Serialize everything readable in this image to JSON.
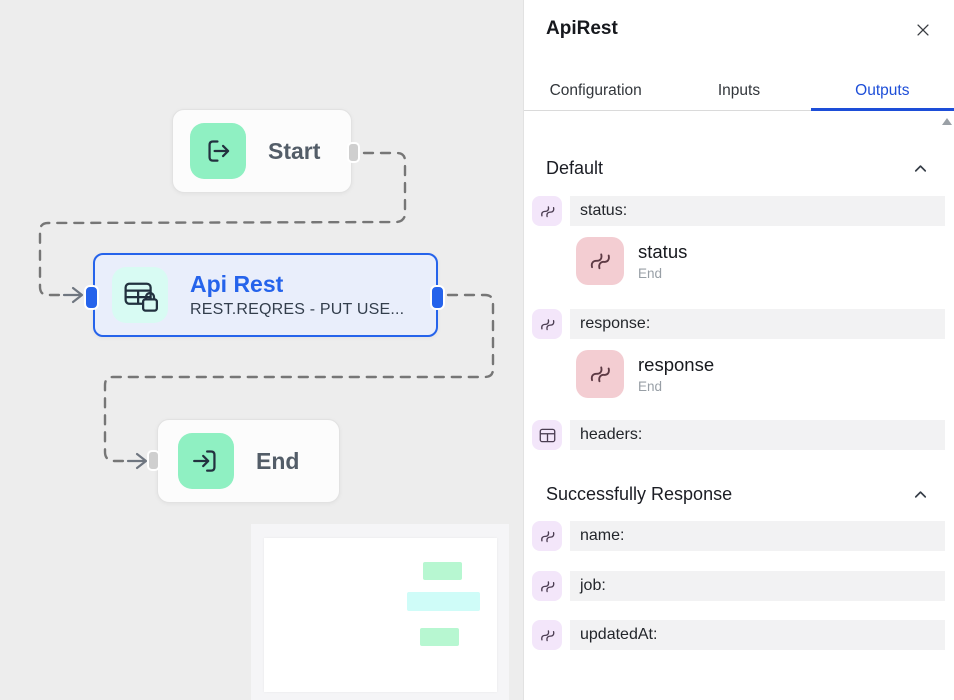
{
  "panel": {
    "title": "ApiRest",
    "tabs": [
      {
        "label": "Configuration",
        "active": false
      },
      {
        "label": "Inputs",
        "active": false
      },
      {
        "label": "Outputs",
        "active": true
      }
    ],
    "sections": [
      {
        "title": "Default",
        "collapsed": false,
        "rows": [
          {
            "label": "status:",
            "type": "string",
            "chip": {
              "name": "status",
              "source": "End"
            }
          },
          {
            "label": "response:",
            "type": "string",
            "chip": {
              "name": "response",
              "source": "End"
            }
          },
          {
            "label": "headers:",
            "type": "table"
          }
        ]
      },
      {
        "title": "Successfully Response",
        "collapsed": false,
        "rows": [
          {
            "label": "name:",
            "type": "string"
          },
          {
            "label": "job:",
            "type": "string"
          },
          {
            "label": "updatedAt:",
            "type": "string"
          }
        ]
      }
    ]
  },
  "canvas": {
    "nodes": {
      "start": {
        "label": "Start"
      },
      "api_rest": {
        "title": "Api Rest",
        "subtitle": "REST.REQRES - PUT USE..."
      },
      "end": {
        "label": "End"
      }
    },
    "edges": [
      {
        "from": "start",
        "to": "api_rest"
      },
      {
        "from": "api_rest",
        "to": "end"
      }
    ]
  },
  "icons": {
    "close": "x-cross",
    "collapse": "chevron-up",
    "string_type": "double-squiggle",
    "table_type": "table-grid",
    "start_node": "arrow-out-of-bracket",
    "end_node": "arrow-into-bracket",
    "api_node": "table-with-lock",
    "scroll_up": "triangle-up"
  },
  "colors": {
    "accent": "#2563eb",
    "tab_active": "#1d4ed8",
    "canvas_bg": "#ededed",
    "node_selected_bg": "#e9eefb",
    "mint": "#8ff0c2",
    "icon_cyan": "#d8fbf3",
    "lilac": "#f3e6fa",
    "pink": "#f3cdd2",
    "row_bg": "#f2f2f3",
    "minimap_green": "#b7f7d1",
    "minimap_cyan": "#cffcf8"
  }
}
